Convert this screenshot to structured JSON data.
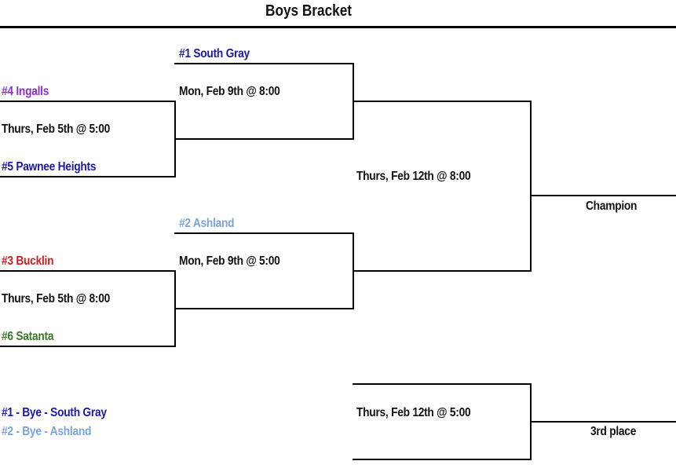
{
  "title": "Boys Bracket",
  "colors": {
    "south_gray": "#1a1aa6",
    "ingalls": "#8b2fc9",
    "pawnee_heights": "#1a1aa6",
    "ashland": "#7ba3d9",
    "bucklin": "#cc1f1f",
    "satanta": "#3c7a2a",
    "text": "#111111",
    "lines": "#000000"
  },
  "round1": [
    {
      "top_team": "#4 Ingalls",
      "game": "Thurs, Feb 5th @ 5:00",
      "bottom_team": "#5 Pawnee Heights"
    },
    {
      "top_team": "#3 Bucklin",
      "game": "Thurs, Feb 5th @ 8:00",
      "bottom_team": "#6 Satanta"
    }
  ],
  "round2": [
    {
      "seed_team": "#1 South Gray",
      "game": "Mon, Feb 9th @ 8:00"
    },
    {
      "seed_team": "#2 Ashland",
      "game": "Mon, Feb 9th @ 5:00"
    }
  ],
  "final": {
    "game": "Thurs, Feb 12th @ 8:00",
    "result_label": "Champion"
  },
  "third_place": {
    "game": "Thurs, Feb 12th @ 5:00",
    "result_label": "3rd place"
  },
  "byes": [
    "#1 - Bye - South Gray",
    "#2 - Bye - Ashland"
  ]
}
